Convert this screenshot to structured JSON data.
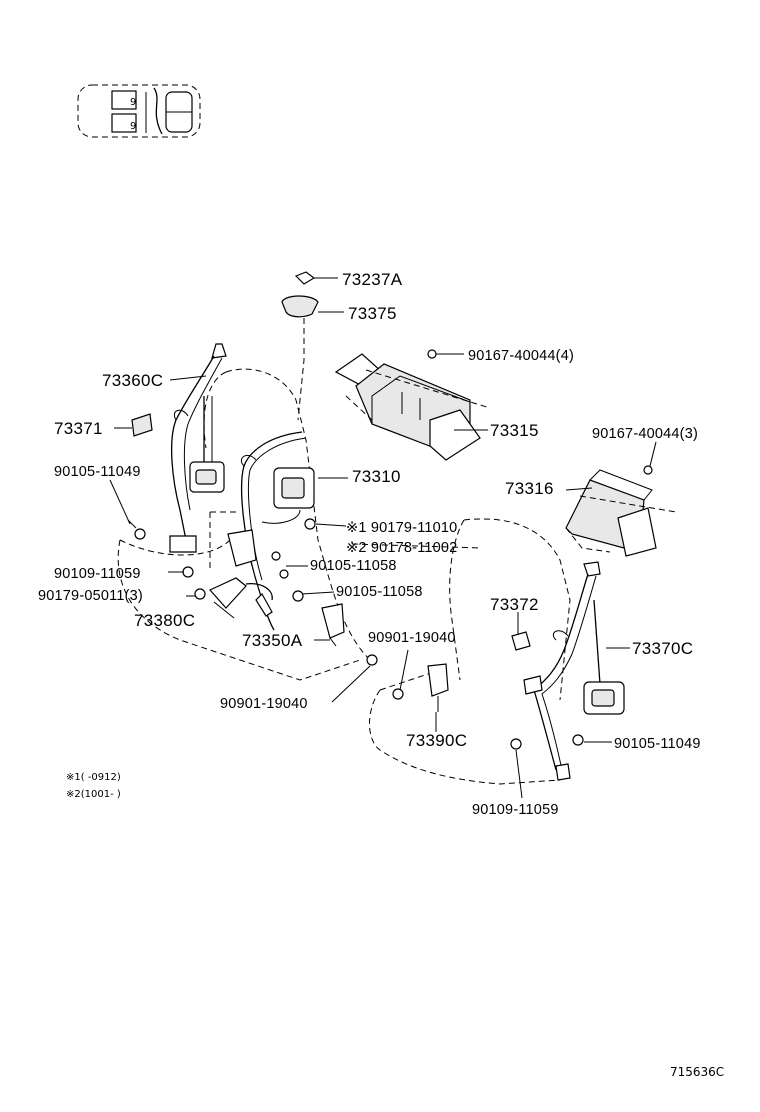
{
  "labels": {
    "p73237A": "73237A",
    "p73375": "73375",
    "p90167_40044_4": "90167-40044(4)",
    "p73360C": "73360C",
    "p73315": "73315",
    "p73371": "73371",
    "p90167_40044_3": "90167-40044(3)",
    "p90105_11049_left": "90105-11049",
    "p73310": "73310",
    "p73316": "73316",
    "p90179_11010": "※1 90179-11010",
    "p90178_11002": "※2 90178-11002",
    "p90109_11059_left": "90109-11059",
    "p90105_11058_a": "90105-11058",
    "p90179_05011_3": "90179-05011(3)",
    "p90105_11058_b": "90105-11058",
    "p73372": "73372",
    "p73380C": "73380C",
    "p73350A": "73350A",
    "p90901_19040_a": "90901-19040",
    "p73370C": "73370C",
    "p90901_19040_b": "90901-19040",
    "p73390C": "73390C",
    "p90105_11049_right": "90105-11049",
    "p90109_11059_right": "90109-11059"
  },
  "notes": {
    "note1": "※1(     -0912)",
    "note2": "※2(1001-     )"
  },
  "locator": {
    "digit_a": "9",
    "digit_b": "9"
  },
  "figure_code": "715636C"
}
